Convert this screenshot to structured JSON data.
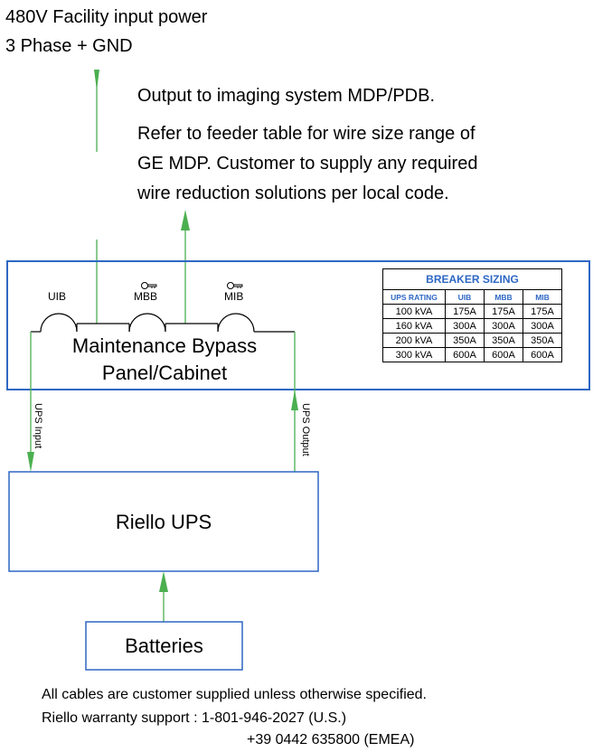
{
  "facility": {
    "line1": "480V Facility input power",
    "line2": "3 Phase + GND"
  },
  "output_note": {
    "line1": "Output to imaging system MDP/PDB.",
    "line2": "Refer to feeder table for wire size range of",
    "line3": "GE MDP. Customer to supply any required",
    "line4": "wire reduction solutions per local code."
  },
  "panel": {
    "breakers": [
      "UIB",
      "MBB",
      "MIB"
    ],
    "label_line1": "Maintenance Bypass",
    "label_line2": "Panel/Cabinet"
  },
  "breaker_table": {
    "title": "BREAKER SIZING",
    "headers": [
      "UPS RATING",
      "UIB",
      "MBB",
      "MIB"
    ],
    "rows": [
      [
        "100 kVA",
        "175A",
        "175A",
        "175A"
      ],
      [
        "160 kVA",
        "300A",
        "300A",
        "300A"
      ],
      [
        "200 kVA",
        "350A",
        "350A",
        "350A"
      ],
      [
        "300 kVA",
        "600A",
        "600A",
        "600A"
      ]
    ]
  },
  "links": {
    "ups_input": "UPS Input",
    "ups_output": "UPS Output"
  },
  "ups": {
    "label": "Riello UPS"
  },
  "batteries": {
    "label": "Batteries"
  },
  "footer": {
    "line1": "All cables are customer supplied unless otherwise specified.",
    "line2": "Riello warranty support : 1-801-946-2027 (U.S.)",
    "line3": "+39 0442 635800 (EMEA)"
  },
  "colors": {
    "wire": "#4caf50",
    "panel_border": "#2e67c4",
    "table_header": "#2e67c4"
  },
  "icons": [
    "key-icon"
  ]
}
